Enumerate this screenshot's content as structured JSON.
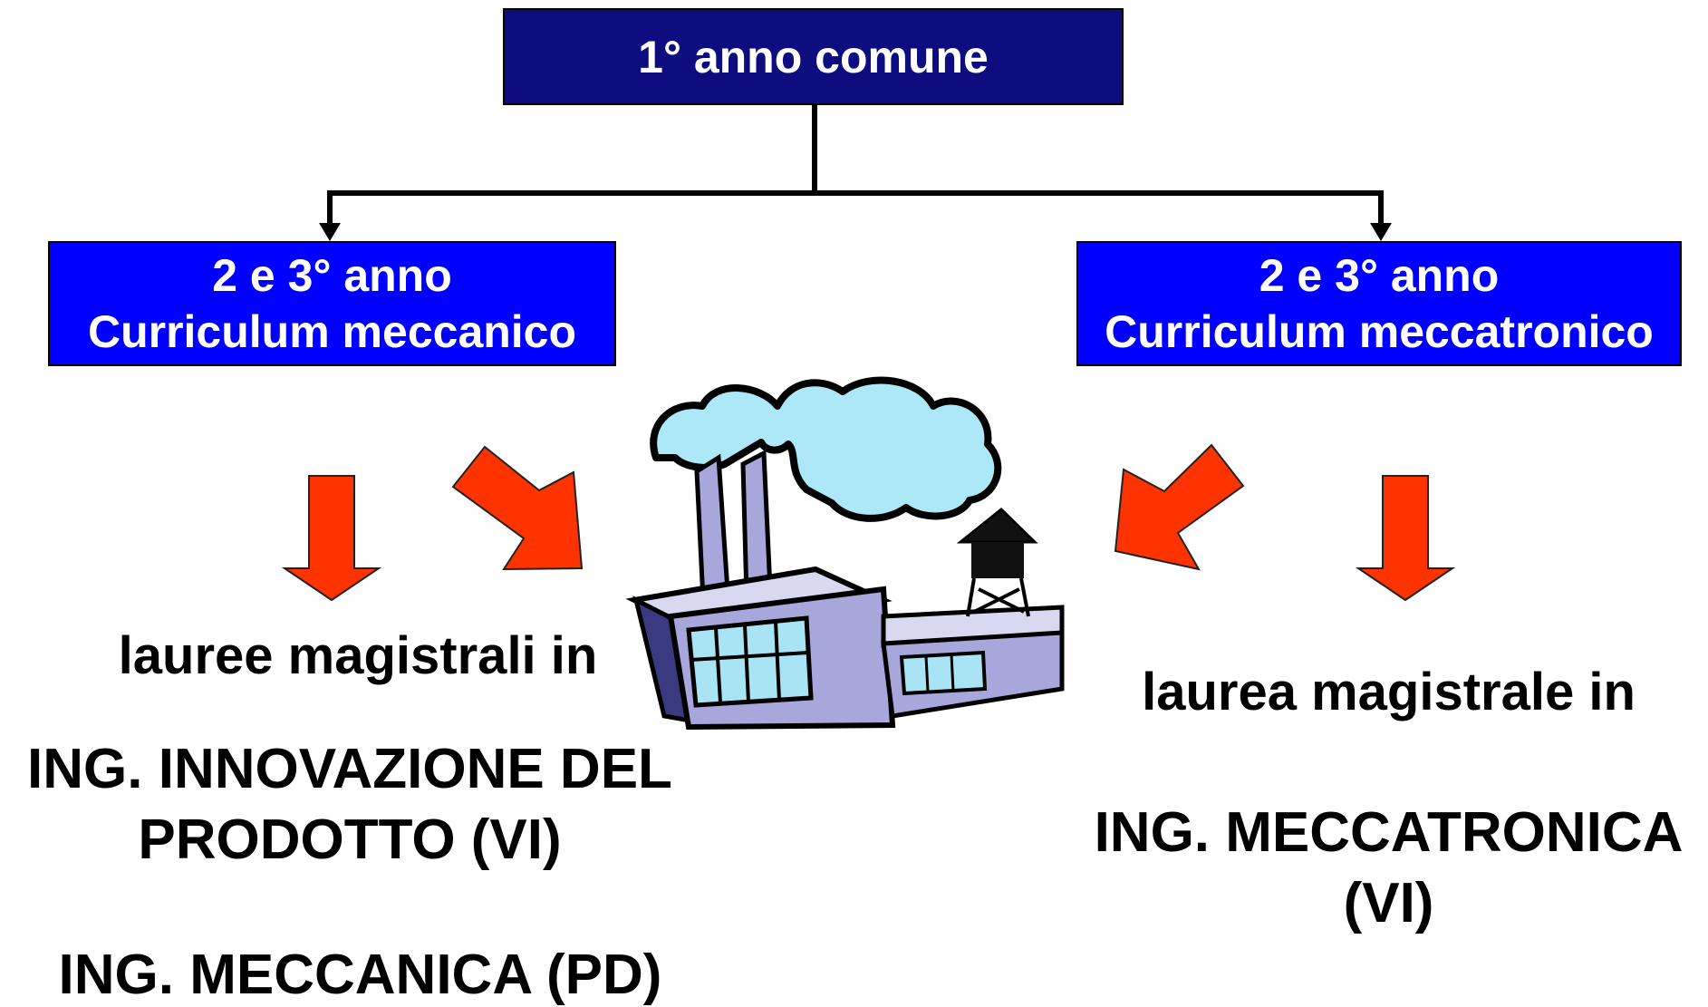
{
  "diagram": {
    "top_box": "1° anno comune",
    "left_box": {
      "line1": "2 e 3° anno",
      "line2": "Curriculum meccanico"
    },
    "right_box": {
      "line1": "2 e 3° anno",
      "line2": "Curriculum meccatronico"
    },
    "left_label": "lauree magistrali in",
    "right_label": "laurea magistrale in",
    "left_degrees": {
      "first_line1": "ING. INNOVAZIONE DEL",
      "first_line2": "PRODOTTO (VI)",
      "second": "ING. MECCANICA (PD)"
    },
    "right_degrees": {
      "first_line1": "ING. MECCATRONICA",
      "first_line2": "(VI)"
    }
  },
  "colors": {
    "top_box": "#0d0d80",
    "curriculum_box": "#0000ff",
    "arrow_fill": "#ff3300",
    "factory_body": "#a7a7dc",
    "factory_window": "#a8e4f4",
    "cloud": "#ace8f8"
  },
  "icons": [
    "factory-icon",
    "cloud-icon",
    "water-tower-icon"
  ]
}
